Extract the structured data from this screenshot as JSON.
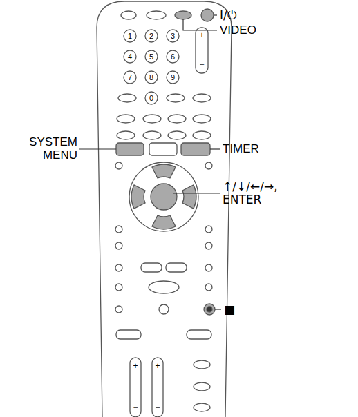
{
  "diagram": {
    "labels": [
      "I/⏻",
      "VIDEO",
      "SYSTEM MENU",
      "TIMER",
      "↑/↓/←/→, ENTER",
      "■",
      "1",
      "2",
      "3",
      "4",
      "5",
      "6",
      "7",
      "8",
      "9",
      "0",
      "+",
      "−",
      "+",
      "−",
      "+",
      "−"
    ]
  }
}
